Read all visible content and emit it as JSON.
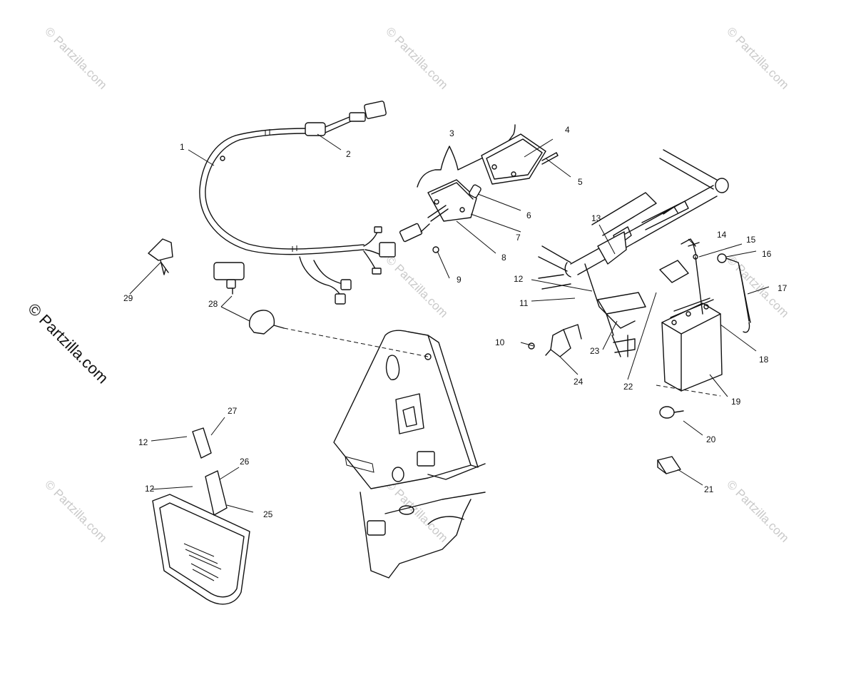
{
  "watermark": "© Partzilla.com",
  "side_watermark": "© Partzilla.com",
  "callouts": {
    "c1": "1",
    "c2": "2",
    "c3": "3",
    "c4": "4",
    "c5": "5",
    "c6": "6",
    "c7": "7",
    "c8": "8",
    "c9": "9",
    "c10": "10",
    "c11": "11",
    "c12a": "12",
    "c12b": "12",
    "c12c": "12",
    "c13": "13",
    "c14": "14",
    "c15": "15",
    "c16": "16",
    "c17": "17",
    "c18": "18",
    "c19": "19",
    "c20": "20",
    "c21": "21",
    "c22": "22",
    "c23": "23",
    "c24": "24",
    "c25": "25",
    "c26": "26",
    "c27": "27",
    "c28": "28",
    "c29": "29"
  }
}
